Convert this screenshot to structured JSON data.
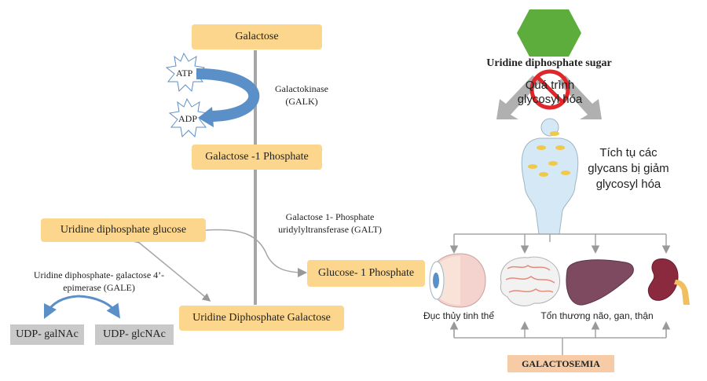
{
  "pathway": {
    "galactose": "Galactose",
    "gal1p": "Galactose -1 Phosphate",
    "galk": "Galactokinase\n(GALK)",
    "atp": "ATP",
    "adp": "ADP",
    "galt": "Galactose 1- Phosphate\nuridylyltransferase (GALT)",
    "udp_glucose": "Uridine diphosphate glucose",
    "glucose1p": "Glucose- 1 Phosphate",
    "udp_galactose": "Uridine Diphosphate Galactose",
    "gale": "Uridine diphosphate- galactose 4’-\nepimerase (GALE)",
    "udp_galnac": "UDP- galNAc",
    "udp_glcnac": "UDP- glcNAc"
  },
  "right": {
    "udp_sugar": "Uridine diphosphate sugar",
    "glycosylation": "Quá trình\nglycosyl hóa",
    "accumulation": "Tích tụ các\nglycans bị giảm\nglycosyl hóa",
    "eye_label": "Đục thủy tinh thể",
    "organs_label": "Tổn thương não, gan, thận",
    "galactosemia": "GALACTOSEMIA"
  },
  "colors": {
    "box_fill": "#fbd68c",
    "gray_box": "#c9c9c9",
    "hexagon": "#5cad3c",
    "body_fill": "#d4e8f5",
    "galactosemia_fill": "#f7cba5",
    "blue_arrow": "#5b8fc7"
  }
}
